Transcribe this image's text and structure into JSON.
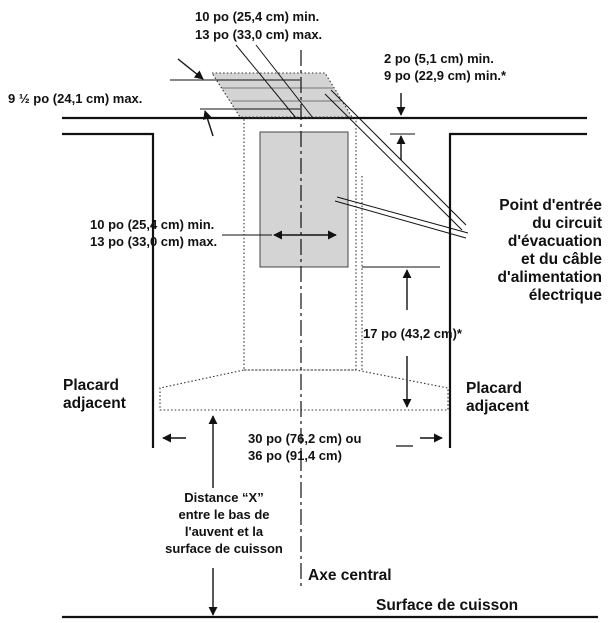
{
  "labels": {
    "top_min": "10 po (25,4 cm) min.",
    "top_max": "13 po (33,0 cm) max.",
    "right_top_1": "2 po (5,1 cm) min.",
    "right_top_2": "9 po (22,9 cm) min.*",
    "left_top": "9 ½ po (24,1 cm) max.",
    "mid_min": "10 po (25,4 cm) min.",
    "mid_max": "13 po (33,0 cm) max.",
    "entry_1": "Point d'entrée",
    "entry_2": "du circuit",
    "entry_3": "d'évacuation",
    "entry_4": "et du câble",
    "entry_5": "d'alimentation",
    "entry_6": "électrique",
    "height_17": "17 po (43,2 cm)*",
    "cab_left_1": "Placard",
    "cab_left_2": "adjacent",
    "cab_right_1": "Placard",
    "cab_right_2": "adjacent",
    "width_1": "30 po (76,2 cm) ou",
    "width_2": "36 po (91,4 cm)",
    "dist_1": "Distance “X”",
    "dist_2": "entre le bas de",
    "dist_3": "l'auvent et la",
    "dist_4": "surface de cuisson",
    "axis": "Axe central",
    "cooktop": "Surface de cuisson"
  }
}
